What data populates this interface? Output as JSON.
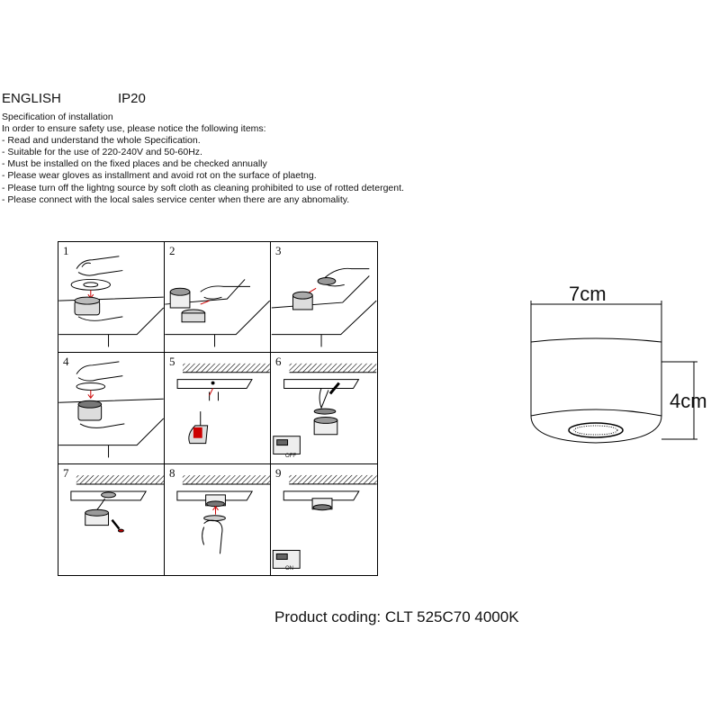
{
  "header": {
    "language": "ENGLISH",
    "ip_rating": "IP20"
  },
  "spec_lines": [
    "Specification of installation",
    "In order to ensure safety use, please notice the following items:",
    "- Read and understand the whole Specification.",
    "- Suitable for the use of 220-240V and 50-60Hz.",
    "- Must be installed on the fixed places and be checked annually",
    "- Please wear gloves as installment and avoid rot on the surface of plaetng.",
    "- Please turn off the lightng source by soft cloth as cleaning prohibited to use of rotted detergent.",
    "- Please connect with the local sales service center when there are any abnomality."
  ],
  "steps": [
    {
      "number": "1",
      "icon": "hand-remove-ring-icon"
    },
    {
      "number": "2",
      "icon": "hand-separate-fixture-icon"
    },
    {
      "number": "3",
      "icon": "hand-lift-module-icon"
    },
    {
      "number": "4",
      "icon": "hand-remove-cover-icon"
    },
    {
      "number": "5",
      "icon": "drill-ceiling-icon"
    },
    {
      "number": "6",
      "icon": "wire-connection-icon"
    },
    {
      "number": "7",
      "icon": "mount-base-icon"
    },
    {
      "number": "8",
      "icon": "attach-cover-icon"
    },
    {
      "number": "9",
      "icon": "installed-fixture-icon"
    }
  ],
  "switch_off_label": "OFF",
  "switch_on_label": "ON",
  "dimensions": {
    "width": "7cm",
    "height": "4cm"
  },
  "product_coding": "Product coding: CLT 525C70 4000K"
}
